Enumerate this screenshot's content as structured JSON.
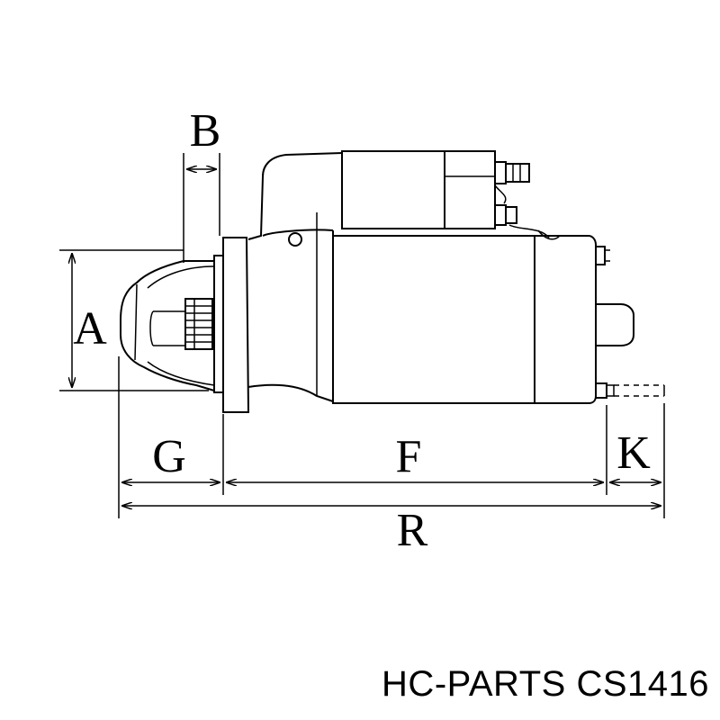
{
  "diagram": {
    "dimension_labels": {
      "a": "A",
      "b": "B",
      "g": "G",
      "f": "F",
      "k": "K",
      "r": "R"
    }
  },
  "caption": {
    "brand": "HC-PARTS",
    "part_number": "CS1416"
  },
  "colors": {
    "line": "#000000",
    "background": "#ffffff"
  }
}
